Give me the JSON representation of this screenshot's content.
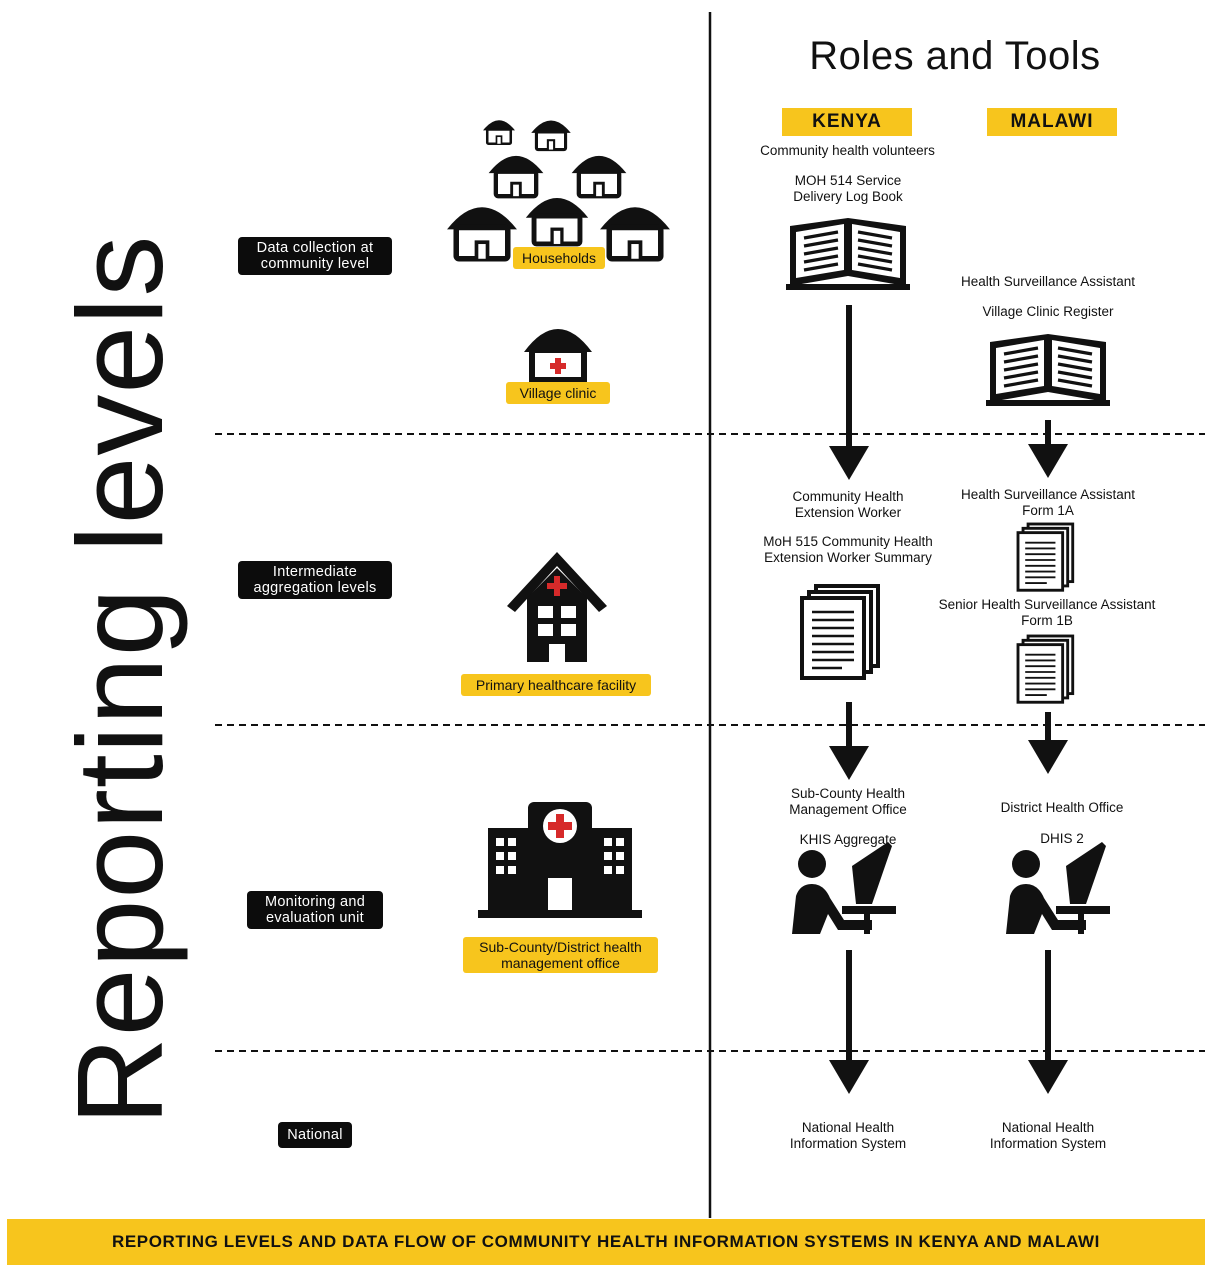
{
  "title": "Roles and Tools",
  "vertical_label": "Reporting levels",
  "countries": {
    "kenya": "KENYA",
    "malawi": "MALAWI"
  },
  "levels": {
    "community": "Data collection at community level",
    "intermediate": "Intermediate aggregation levels",
    "monitoring": "Monitoring and evaluation unit",
    "national": "National"
  },
  "facilities": {
    "households": "Households",
    "village_clinic": "Village clinic",
    "primary": "Primary healthcare facility",
    "district": "Sub-County/District health management office"
  },
  "kenya": {
    "role1": "Community health volunteers",
    "tool1": "MOH 514 Service Delivery Log Book",
    "role2": "Community Health Extension Worker",
    "tool2": "MoH 515 Community Health Extension Worker Summary",
    "role3": "Sub-County Health Management Office",
    "tool3": "KHIS Aggregate",
    "national": "National Health Information System"
  },
  "malawi": {
    "role1": "Health Surveillance Assistant",
    "tool1": "Village Clinic Register",
    "role2": "Health Surveillance Assistant Form 1A",
    "role2b": "Senior Health Surveillance Assistant Form 1B",
    "role3": "District Health Office",
    "tool3": "DHIS 2",
    "national": "National Health Information System"
  },
  "footer": "REPORTING LEVELS AND DATA FLOW OF COMMUNITY HEALTH INFORMATION SYSTEMS IN KENYA AND MALAWI",
  "colors": {
    "accent": "#f7c51d",
    "ink": "#0c0c0c"
  }
}
